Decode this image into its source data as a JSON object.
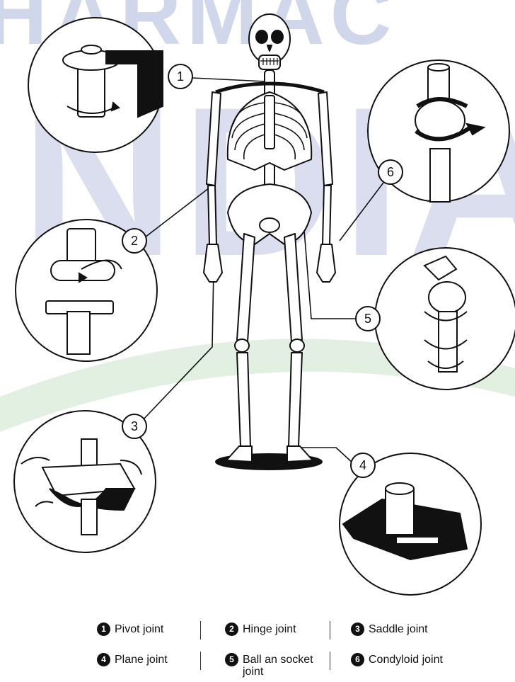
{
  "watermark": {
    "text": "HARMAC INDIA",
    "color": "#c9cfe4",
    "arc_color": "#d9ead9"
  },
  "joint_markers": [
    "1",
    "2",
    "3",
    "4",
    "5",
    "6"
  ],
  "legend": [
    {
      "number": "1",
      "label": "Pivot joint"
    },
    {
      "number": "2",
      "label": "Hinge joint"
    },
    {
      "number": "3",
      "label": "Saddle joint"
    },
    {
      "number": "4",
      "label": "Plane joint"
    },
    {
      "number": "5",
      "label": "Ball an socket joint"
    },
    {
      "number": "6",
      "label": "Condyloid joint"
    }
  ]
}
